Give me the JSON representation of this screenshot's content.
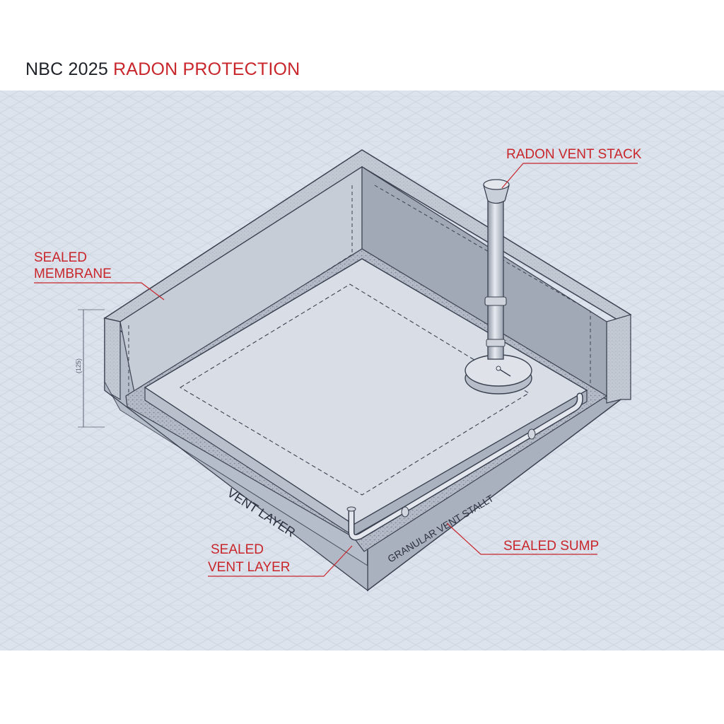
{
  "title": {
    "code": "NBC 2025",
    "topic": "RADON PROTECTION"
  },
  "labels": {
    "radon_vent_stack": "RADON VENT STACK",
    "sealed_membrane_line1": "SEALED",
    "sealed_membrane_line2": "MEMBRANE",
    "vent_layer": "VENT LAYER",
    "sealed_vent_layer_line1": "SEALED",
    "sealed_vent_layer_line2": "VENT LAYER",
    "granular_vent_stalt": "GRANULAR VENT STALLT",
    "sealed_sump": "SEALED SUMP",
    "dimension_value": "(125)"
  },
  "colors": {
    "accent_red": "#c8262b",
    "title_dark": "#1f2228",
    "background_blue": "#dde3ec",
    "grid_line": "#c3ccd9",
    "concrete_face": "#b8c0cd",
    "concrete_top": "#cdd3dd",
    "slab_top": "#d8dde5",
    "outline": "#3a4150"
  }
}
